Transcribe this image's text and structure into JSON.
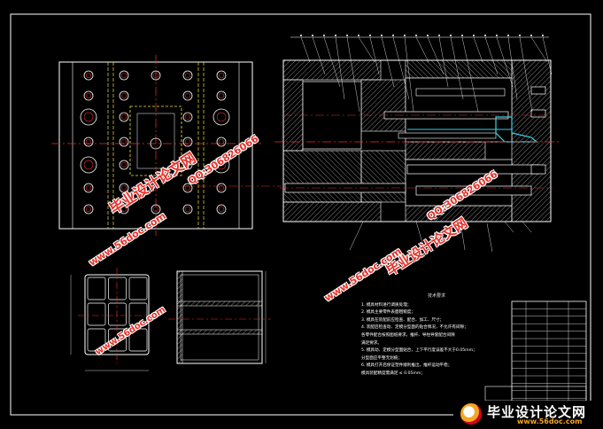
{
  "watermarks": [
    {
      "text": "毕业设计论文网",
      "kind": "red"
    },
    {
      "text": "www.56doc.com",
      "kind": "red"
    },
    {
      "text": "QQ:306826066",
      "kind": "red"
    },
    {
      "text": "www.56doc.com",
      "kind": "red"
    },
    {
      "text": "QQ:306826066",
      "kind": "red"
    },
    {
      "text": "毕业设计论文网",
      "kind": "red"
    },
    {
      "text": "www.56doc.com",
      "kind": "red"
    }
  ],
  "notes": {
    "title": "技术要求",
    "lines": [
      "1. 模具材料进行调质处理；",
      "2. 模具主要零件表面粗糙度；",
      "3. 模具在装配前应检查、配合、加工、尺寸；",
      "4. 装配后检查动、定模分型面的贴合情况，不允许有间隙；",
      "   各零件配合按照图纸要求，推杆、导柱导套配合间隙",
      "   满足要求。",
      "5. 模具动、定模分型面贴合，上下平行度误差不大于0.05mm；",
      "   分型面应平整无划痕；",
      "6. 模具打开后保证塑件顺利推出，推杆运动平稳；",
      "   模具装配精度需满足 ≤ 0.05mm；"
    ]
  },
  "branding": {
    "name": "毕业设计论文网",
    "url": "www.56doc.com"
  },
  "colors": {
    "background": "#000000",
    "line": "#ffffff",
    "centerline": "#e8322a",
    "hidden": "#f5e642",
    "accent_cyan": "#37d5e8",
    "watermark": "#e8322a"
  }
}
